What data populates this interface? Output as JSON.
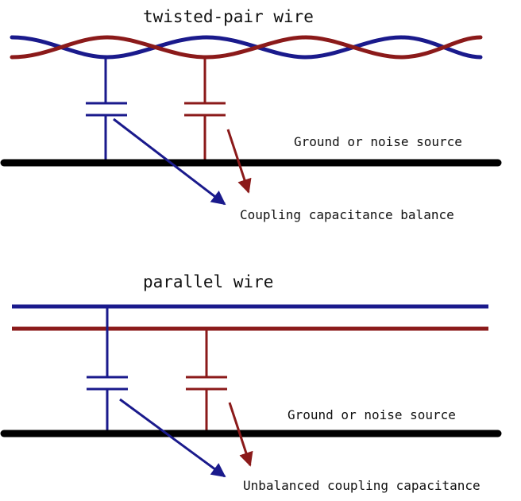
{
  "colors": {
    "blue": "#1a1a8c",
    "red": "#8b1a1a",
    "black": "#000000"
  },
  "top": {
    "title": "twisted-pair wire",
    "ground_label": "Ground or noise source",
    "result_label": "Coupling capacitance balance"
  },
  "bottom": {
    "title": "parallel wire",
    "ground_label": "Ground or noise source",
    "result_label": "Unbalanced coupling capacitance"
  }
}
